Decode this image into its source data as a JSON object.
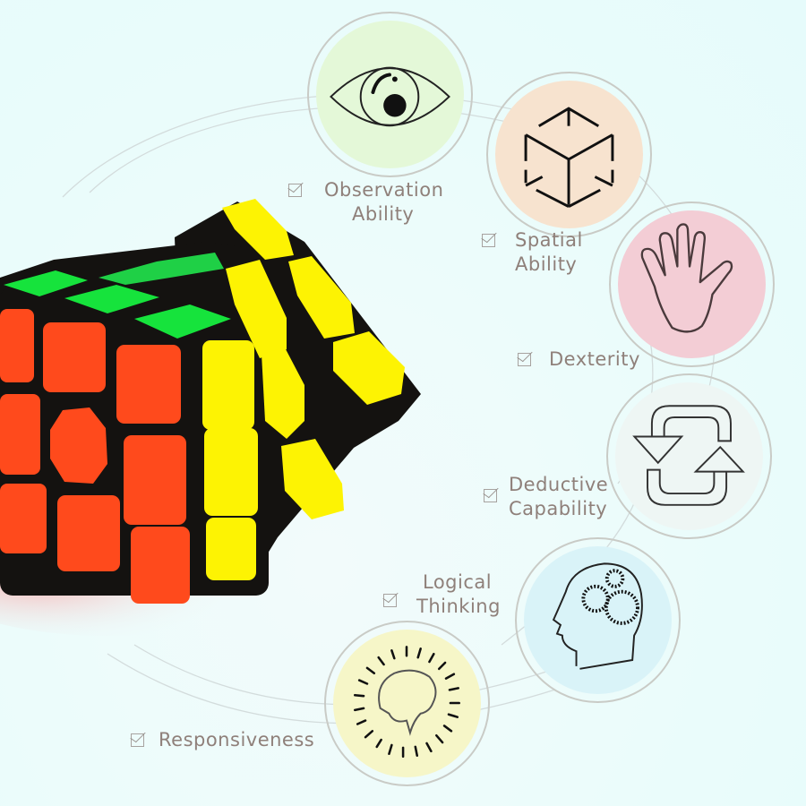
{
  "colors": {
    "background": "#eafcfb",
    "label_text": "#8f807a",
    "circle_border": "#c9cbc6",
    "cube_red": "#ff4a1c",
    "cube_green": "#16e33c",
    "cube_yellow": "#fdf303",
    "cube_body": "#141210"
  },
  "product": {
    "name": "3x3 speed cube",
    "image": "rubiks-cube-icon"
  },
  "abilities": [
    {
      "id": "observation",
      "lines": [
        "Observation",
        "Ability"
      ],
      "icon": "eye-icon",
      "circle_color": "#e4f8d8"
    },
    {
      "id": "spatial",
      "lines": [
        "Spatial",
        "Ability"
      ],
      "icon": "cube-outline-icon",
      "circle_color": "#f7e3cf"
    },
    {
      "id": "dexterity",
      "lines": [
        "Dexterity"
      ],
      "icon": "hand-icon",
      "circle_color": "#f3cdd5"
    },
    {
      "id": "deductive",
      "lines": [
        "Deductive",
        "Capability"
      ],
      "icon": "cycle-arrows-icon",
      "circle_color": "#eef6f4"
    },
    {
      "id": "logical",
      "lines": [
        "Logical",
        "Thinking"
      ],
      "icon": "head-gears-icon",
      "circle_color": "#d9f3f8"
    },
    {
      "id": "responsiveness",
      "lines": [
        "Responsiveness"
      ],
      "icon": "brain-burst-icon",
      "circle_color": "#f6f6c8"
    }
  ]
}
